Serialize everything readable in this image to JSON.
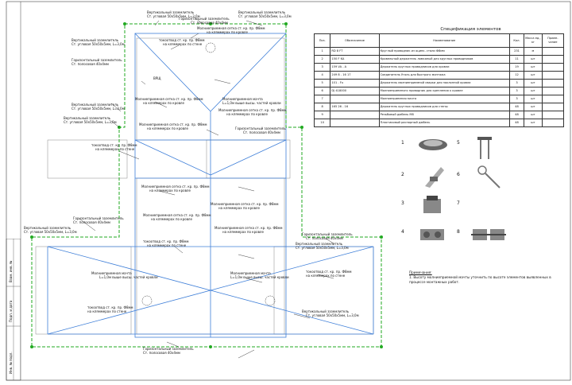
{
  "colors": {
    "roof": "#3f7fd8",
    "conductor": "#22aa22",
    "ink": "#111111",
    "hatch": "#999999"
  },
  "labels": {
    "vert_top_left": "Вертикальный заземлитель",
    "vert_top_left_sub": "Ст. угловая 50х50х5мм, L=3,0м",
    "horiz_top": "Горизонтальный заземлитель",
    "horiz_top_sub": "Ст. полосовая 40х4мм",
    "vert_top_right": "Вертикальный заземлитель",
    "vert_top_right_sub": "Ст. угловая 50х50х5мм, L=3,0м",
    "mesh_roof_1": "Молниеприемная сетка ст. кр. пр. Ф8мм",
    "mesh_roof_1_sub": "на кляммерах по кровле",
    "down_wall_1": "токоотвод ст. кр. пр. Ф8мм",
    "down_wall_1_sub": "на кляммерах по стене",
    "vert_left_1": "Вертикальный заземлитель",
    "vert_left_1_sub": "Ст. угловая 50х50х5мм, L=3,0м",
    "horiz_left_1": "Горизонтальный заземлитель",
    "horiz_left_1_sub": "Ст. полосовая 40х4мм",
    "bp": "ВРЩ",
    "mast_1": "Молниеприемная мачта",
    "mast_1_sub": "L=1,0м выше высш. частей кровли",
    "mesh_roof_2": "Молниеприемная сетка ст. кр. пр. Ф8мм",
    "mesh_roof_2_sub": "на кляммерах по кровле",
    "mesh_roof_3": "Молниеприемная сетка ст. кр. пр. Ф8мм",
    "mesh_roof_3_sub": "на кляммерах по кровле",
    "down_wall_2": "токоотвод ст. кр. пр. Ф8мм",
    "down_wall_2_sub": "на кляммерах по стене",
    "vert_left_2": "Вертикальный заземлитель",
    "vert_left_2_sub": "Ст. угловая 50х50х5мм, L=3,0м",
    "mesh_roof_4": "Молниеприемная сетка ст. кр. пр. Ф8мм",
    "mesh_roof_4_sub": "на кляммерах по кровле",
    "horiz_mid": "Горизонтальный заземлитель",
    "horiz_mid_sub": "Ст. полосовая 40х4мм",
    "mesh_roof_5": "Молниеприемная сетка ст. кр. пр. Ф8мм",
    "mesh_roof_5_sub": "на кляммерах по кровле",
    "horiz_left_2": "Горизонтальный заземлитель",
    "horiz_left_2_sub": "Ст. полосовая 40х4мм",
    "vert_left_3": "Вертикальный заземлитель",
    "vert_left_3_sub": "Ст. угловая 50х50х5мм, L=3,0м",
    "mesh_roof_6": "Молниеприемная сетка ст. кр. пр. Ф8мм",
    "mesh_roof_6_sub": "на кляммерах по кровле",
    "down_wall_3": "токоотвод ст. кр. пр. Ф8мм",
    "down_wall_3_sub": "на кляммерах по стене",
    "horiz_right": "Горизонтальный заземлитель",
    "horiz_right_sub": "Ст. полосовая 40х4мм",
    "vert_right": "Вертикальный заземлитель",
    "vert_right_sub": "Ст. угловая 50х50х5мм, L=3,0м",
    "mesh_roof_7": "Молниеприемная сетка ст. кр. пр. Ф8мм",
    "mesh_roof_7_sub": "на кляммерах по кровле",
    "mesh_roof_8": "Молниеприемная сетка ст. кр. пр. Ф8мм",
    "mesh_roof_8_sub": "на кляммерах по кровле",
    "mast_2": "Молниеприемная мачта",
    "mast_2_sub": "L=1,0м выше высш. частей кровли",
    "mast_3": "Молниеприемная мачта",
    "mast_3_sub": "L=1,0м выше высш. частей кровли",
    "down_wall_4": "токоотвод ст. кр. пр. Ф8мм",
    "down_wall_4_sub": "на кляммерах по стене",
    "down_wall_5": "токоотвод ст. кр. пр. Ф8мм",
    "down_wall_5_sub": "на кляммерах по стене",
    "vert_bottom_1": "Вертикальный заземлитель",
    "vert_bottom_1_sub": "Ст. угловая 50х50х5мм, L=3,0м",
    "vert_bottom_2": "Вертикальный заземлитель",
    "vert_bottom_2_sub": "Ст. угловая 50х50х5мм, L=3,0м",
    "horiz_bottom": "Горизонтальный заземлитель",
    "horiz_bottom_sub": "Ст. полосовая 40х4мм"
  },
  "spec": {
    "title": "Спецификация элементов",
    "headers": [
      "Поз.",
      "Обозначение",
      "Наименование",
      "Кол.",
      "Масса ед., кг",
      "Приме- чание"
    ],
    "rows": [
      [
        "1",
        "RD 8 FT",
        "Круглый проводник из оцинк. стали Ф8мм",
        "231",
        "м",
        ""
      ],
      [
        "2",
        "150 F KA",
        "Кровельный держатель ломканый для круглых проводников",
        "11",
        "шт",
        ""
      ],
      [
        "3",
        "159 VA - A",
        "Держатель круглых проводников для кровли",
        "19",
        "шт",
        ""
      ],
      [
        "4",
        "249 8 - 16 17",
        "Соединитель Уголь для быстрого монтажа",
        "12",
        "шт",
        ""
      ],
      [
        "5",
        "101 - Fu",
        "Держатель молниеприемной сварки для наклонной кровли",
        "3",
        "шт",
        ""
      ],
      [
        "6",
        "DJ 418000",
        "Молниеприемного проводник для крепления к кровле",
        "3",
        "шт",
        ""
      ],
      [
        "7",
        "",
        "Молниеприемная мачта",
        "3",
        "шт",
        ""
      ],
      [
        "8",
        "165 26 - 16",
        "Держатель круглых проводников для стены",
        "48",
        "шт",
        ""
      ],
      [
        "9",
        "",
        "Резьбовый дюбель М8",
        "48",
        "шт",
        ""
      ],
      [
        "10",
        "",
        "Пластиковый распорный дюбель",
        "48",
        "шт",
        ""
      ]
    ]
  },
  "gallery": [
    "1",
    "2",
    "3",
    "4",
    "5",
    "6",
    "7",
    "8"
  ],
  "notes": {
    "title": "Примечания:",
    "text": "1. Высоту молниеприемной мачты уточнить по высоте элементов выявленных в процессе монтажных работ."
  },
  "stamp": {
    "cells": [
      "Взам. инв. №",
      "Подп. и дата",
      "Инв. № подл."
    ]
  }
}
